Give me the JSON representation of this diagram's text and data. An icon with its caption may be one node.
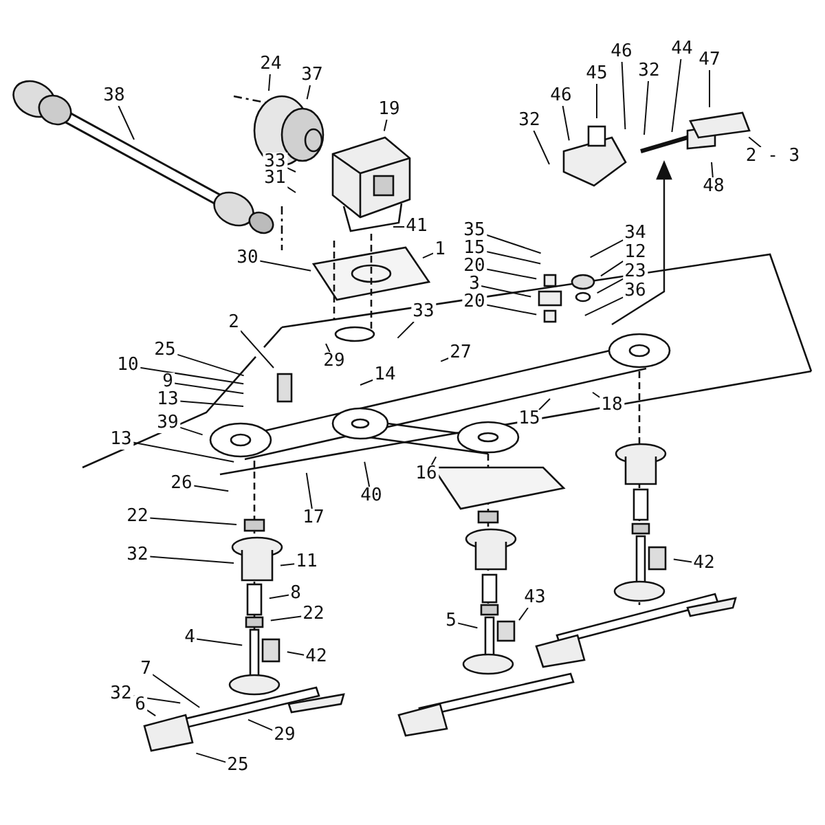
{
  "diagram": {
    "nodes": [
      {
        "text": [
          "38"
        ]
      },
      {
        "text": [
          "24"
        ]
      },
      {
        "text": [
          "37"
        ]
      },
      {
        "text": [
          "19"
        ]
      },
      {
        "text": [
          "47"
        ]
      },
      {
        "text": [
          "45"
        ]
      },
      {
        "text": [
          "46"
        ]
      },
      {
        "text": [
          "44"
        ]
      },
      {
        "text": [
          "32"
        ]
      },
      {
        "text": [
          "46"
        ]
      },
      {
        "text": [
          "32"
        ]
      },
      {
        "text": [
          "2 - 3"
        ]
      },
      {
        "text": [
          "33"
        ]
      },
      {
        "text": [
          "31"
        ]
      },
      {
        "text": [
          "48"
        ]
      },
      {
        "text": [
          "41"
        ]
      },
      {
        "text": [
          "35"
        ]
      },
      {
        "text": [
          "34"
        ]
      },
      {
        "text": [
          "1"
        ]
      },
      {
        "text": [
          "15"
        ]
      },
      {
        "text": [
          "12"
        ]
      },
      {
        "text": [
          "30"
        ]
      },
      {
        "text": [
          "20"
        ]
      },
      {
        "text": [
          "23"
        ]
      },
      {
        "text": [
          "3"
        ]
      },
      {
        "text": [
          "36"
        ]
      },
      {
        "text": [
          "20"
        ]
      },
      {
        "text": [
          "33"
        ]
      },
      {
        "text": [
          "2"
        ]
      },
      {
        "text": [
          "25"
        ]
      },
      {
        "text": [
          "29"
        ]
      },
      {
        "text": [
          "27"
        ]
      },
      {
        "text": [
          "10"
        ]
      },
      {
        "text": [
          "14"
        ]
      },
      {
        "text": [
          "18"
        ]
      },
      {
        "text": [
          "9"
        ]
      },
      {
        "text": [
          "15"
        ]
      },
      {
        "text": [
          "13"
        ]
      },
      {
        "text": [
          "39"
        ]
      },
      {
        "text": [
          "13"
        ]
      },
      {
        "text": [
          "16"
        ]
      },
      {
        "text": [
          "26"
        ]
      },
      {
        "text": [
          "40"
        ]
      },
      {
        "text": [
          "17"
        ]
      },
      {
        "text": [
          "22"
        ]
      },
      {
        "text": [
          "32"
        ]
      },
      {
        "text": [
          "11"
        ]
      },
      {
        "text": [
          "8"
        ]
      },
      {
        "text": [
          "22"
        ]
      },
      {
        "text": [
          "42"
        ]
      },
      {
        "text": [
          "43"
        ]
      },
      {
        "text": [
          "5"
        ]
      },
      {
        "text": [
          "4"
        ]
      },
      {
        "text": [
          "42"
        ]
      },
      {
        "text": [
          "7"
        ]
      },
      {
        "text": [
          "32"
        ]
      },
      {
        "text": [
          "6"
        ]
      },
      {
        "text": [
          "29"
        ]
      },
      {
        "text": [
          "25"
        ]
      }
    ],
    "edges": [
      {
        "from": 0,
        "to": null,
        "arrow": "none"
      },
      {
        "from": 1,
        "to": null,
        "arrow": "none"
      },
      {
        "from": 2,
        "to": null,
        "arrow": "none"
      },
      {
        "from": 3,
        "to": null,
        "arrow": "none"
      },
      {
        "from": 4,
        "to": null,
        "arrow": "none"
      },
      {
        "from": 5,
        "to": null,
        "arrow": "none"
      },
      {
        "from": 6,
        "to": null,
        "arrow": "none"
      },
      {
        "from": 7,
        "to": null,
        "arrow": "none"
      },
      {
        "from": 8,
        "to": null,
        "arrow": "none"
      },
      {
        "from": 9,
        "to": null,
        "arrow": "none"
      },
      {
        "from": 10,
        "to": null,
        "arrow": "none"
      },
      {
        "from": 11,
        "to": null,
        "arrow": "none"
      },
      {
        "from": 12,
        "to": null,
        "arrow": "none"
      },
      {
        "from": 13,
        "to": null,
        "arrow": "none"
      },
      {
        "from": 14,
        "to": null,
        "arrow": "none"
      },
      {
        "from": 15,
        "to": null,
        "arrow": "none"
      },
      {
        "from": 16,
        "to": null,
        "arrow": "none"
      },
      {
        "from": 17,
        "to": null,
        "arrow": "none"
      },
      {
        "from": 18,
        "to": null,
        "arrow": "none"
      },
      {
        "from": 19,
        "to": null,
        "arrow": "none"
      },
      {
        "from": 20,
        "to": null,
        "arrow": "none"
      },
      {
        "from": 21,
        "to": null,
        "arrow": "none"
      },
      {
        "from": 22,
        "to": null,
        "arrow": "none"
      },
      {
        "from": 23,
        "to": null,
        "arrow": "none"
      },
      {
        "from": 24,
        "to": null,
        "arrow": "none"
      },
      {
        "from": 25,
        "to": null,
        "arrow": "none"
      },
      {
        "from": 26,
        "to": null,
        "arrow": "none"
      },
      {
        "from": 27,
        "to": null,
        "arrow": "none"
      },
      {
        "from": 28,
        "to": null,
        "arrow": "none"
      },
      {
        "from": 29,
        "to": null,
        "arrow": "none"
      },
      {
        "from": 30,
        "to": null,
        "arrow": "none"
      },
      {
        "from": 31,
        "to": null,
        "arrow": "none"
      },
      {
        "from": 32,
        "to": null,
        "arrow": "none"
      },
      {
        "from": 33,
        "to": null,
        "arrow": "none"
      },
      {
        "from": 34,
        "to": null,
        "arrow": "none"
      },
      {
        "from": 35,
        "to": null,
        "arrow": "none"
      },
      {
        "from": 36,
        "to": null,
        "arrow": "none"
      },
      {
        "from": 37,
        "to": null,
        "arrow": "none"
      },
      {
        "from": 38,
        "to": null,
        "arrow": "none"
      },
      {
        "from": 39,
        "to": null,
        "arrow": "none"
      },
      {
        "from": 40,
        "to": null,
        "arrow": "none"
      },
      {
        "from": 41,
        "to": null,
        "arrow": "none"
      },
      {
        "from": 42,
        "to": null,
        "arrow": "none"
      },
      {
        "from": 43,
        "to": null,
        "arrow": "none"
      },
      {
        "from": 44,
        "to": null,
        "arrow": "none"
      },
      {
        "from": 45,
        "to": null,
        "arrow": "none"
      },
      {
        "from": 46,
        "to": null,
        "arrow": "none"
      },
      {
        "from": 47,
        "to": null,
        "arrow": "none"
      },
      {
        "from": 48,
        "to": null,
        "arrow": "none"
      },
      {
        "from": 49,
        "to": null,
        "arrow": "none"
      },
      {
        "from": 50,
        "to": null,
        "arrow": "none"
      },
      {
        "from": 51,
        "to": null,
        "arrow": "none"
      },
      {
        "from": 52,
        "to": null,
        "arrow": "none"
      },
      {
        "from": 53,
        "to": null,
        "arrow": "none"
      },
      {
        "from": 54,
        "to": null,
        "arrow": "none"
      },
      {
        "from": 55,
        "to": null,
        "arrow": "none"
      },
      {
        "from": 56,
        "to": null,
        "arrow": "none"
      },
      {
        "from": 57,
        "to": null,
        "arrow": "none"
      },
      {
        "from": 58,
        "to": null,
        "arrow": "none"
      }
    ]
  }
}
